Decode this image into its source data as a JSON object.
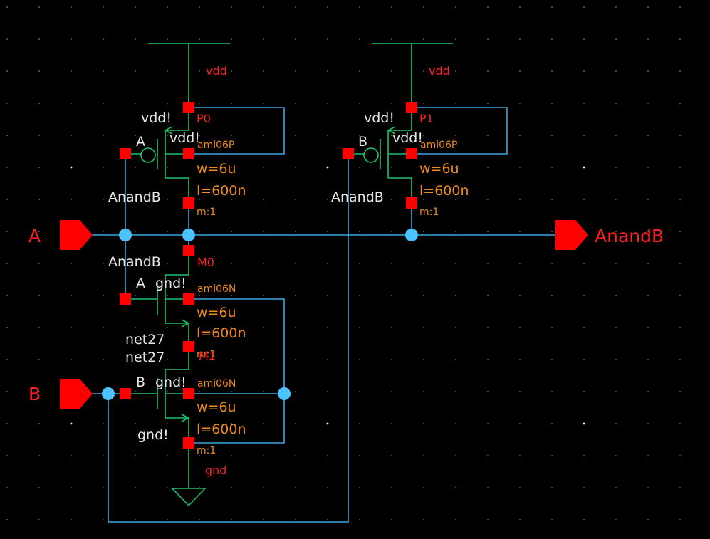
{
  "nets": {
    "vdd_label": "vdd",
    "gnd_label": "gnd",
    "output_label": "AnandB",
    "input_a": "A",
    "input_b": "B",
    "net27": "net27"
  },
  "globals": {
    "vdd_bang": "vdd!",
    "gnd_bang": "gnd!"
  },
  "instances": {
    "P0": {
      "name": "P0",
      "model": "ami06P",
      "w": "w=6u",
      "l": "l=600n",
      "m": "m:1",
      "gate": "A",
      "drain_net": "AnandB"
    },
    "P1": {
      "name": "P1",
      "model": "ami06P",
      "w": "w=6u",
      "l": "l=600n",
      "m": "m:1",
      "gate": "B",
      "drain_net": "AnandB"
    },
    "M0": {
      "name": "M0",
      "model": "ami06N",
      "w": "w=6u",
      "l": "l=600n",
      "m": "m:1",
      "gate": "A",
      "drain_net": "AnandB",
      "source_net": "net27"
    },
    "M1": {
      "name": "M1",
      "model": "ami06N",
      "w": "w=6u",
      "l": "l=600n",
      "m": "m:1",
      "gate": "B",
      "drain_net": "net27",
      "source_net": "gnd!"
    }
  },
  "colors": {
    "background": "#000000",
    "wire": "#3aa6e0",
    "symbol": "#1ec26a",
    "pin": "#ff0000",
    "net_label": "#e6e6e6",
    "instance_name": "#ff2020",
    "params": "#f08a1a",
    "junction": "#4cc3ff"
  }
}
